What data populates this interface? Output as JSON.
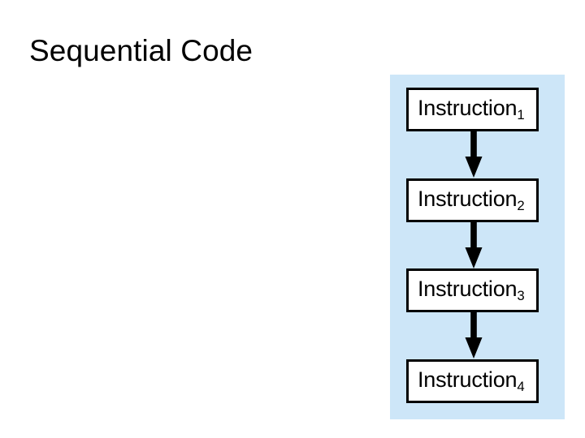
{
  "slide": {
    "title": "Sequential Code",
    "background_color": "#ffffff"
  },
  "diagram": {
    "name": "sequential-instruction-flow",
    "panel_color": "#cde6f8",
    "box_fill_color": "#ffffff",
    "box_border_color": "#000000",
    "arrow_color": "#000000",
    "orientation": "vertical",
    "nodes": [
      {
        "id": "instruction-1",
        "text": "Instruction",
        "subscript": "1"
      },
      {
        "id": "instruction-2",
        "text": "Instruction",
        "subscript": "2"
      },
      {
        "id": "instruction-3",
        "text": "Instruction",
        "subscript": "3"
      },
      {
        "id": "instruction-4",
        "text": "Instruction",
        "subscript": "4"
      }
    ],
    "connectors": [
      {
        "id": "arrow-1-2",
        "from": "instruction-1",
        "to": "instruction-2",
        "glyph": "down-arrow"
      },
      {
        "id": "arrow-2-3",
        "from": "instruction-2",
        "to": "instruction-3",
        "glyph": "down-arrow"
      },
      {
        "id": "arrow-3-4",
        "from": "instruction-3",
        "to": "instruction-4",
        "glyph": "down-arrow"
      }
    ]
  }
}
